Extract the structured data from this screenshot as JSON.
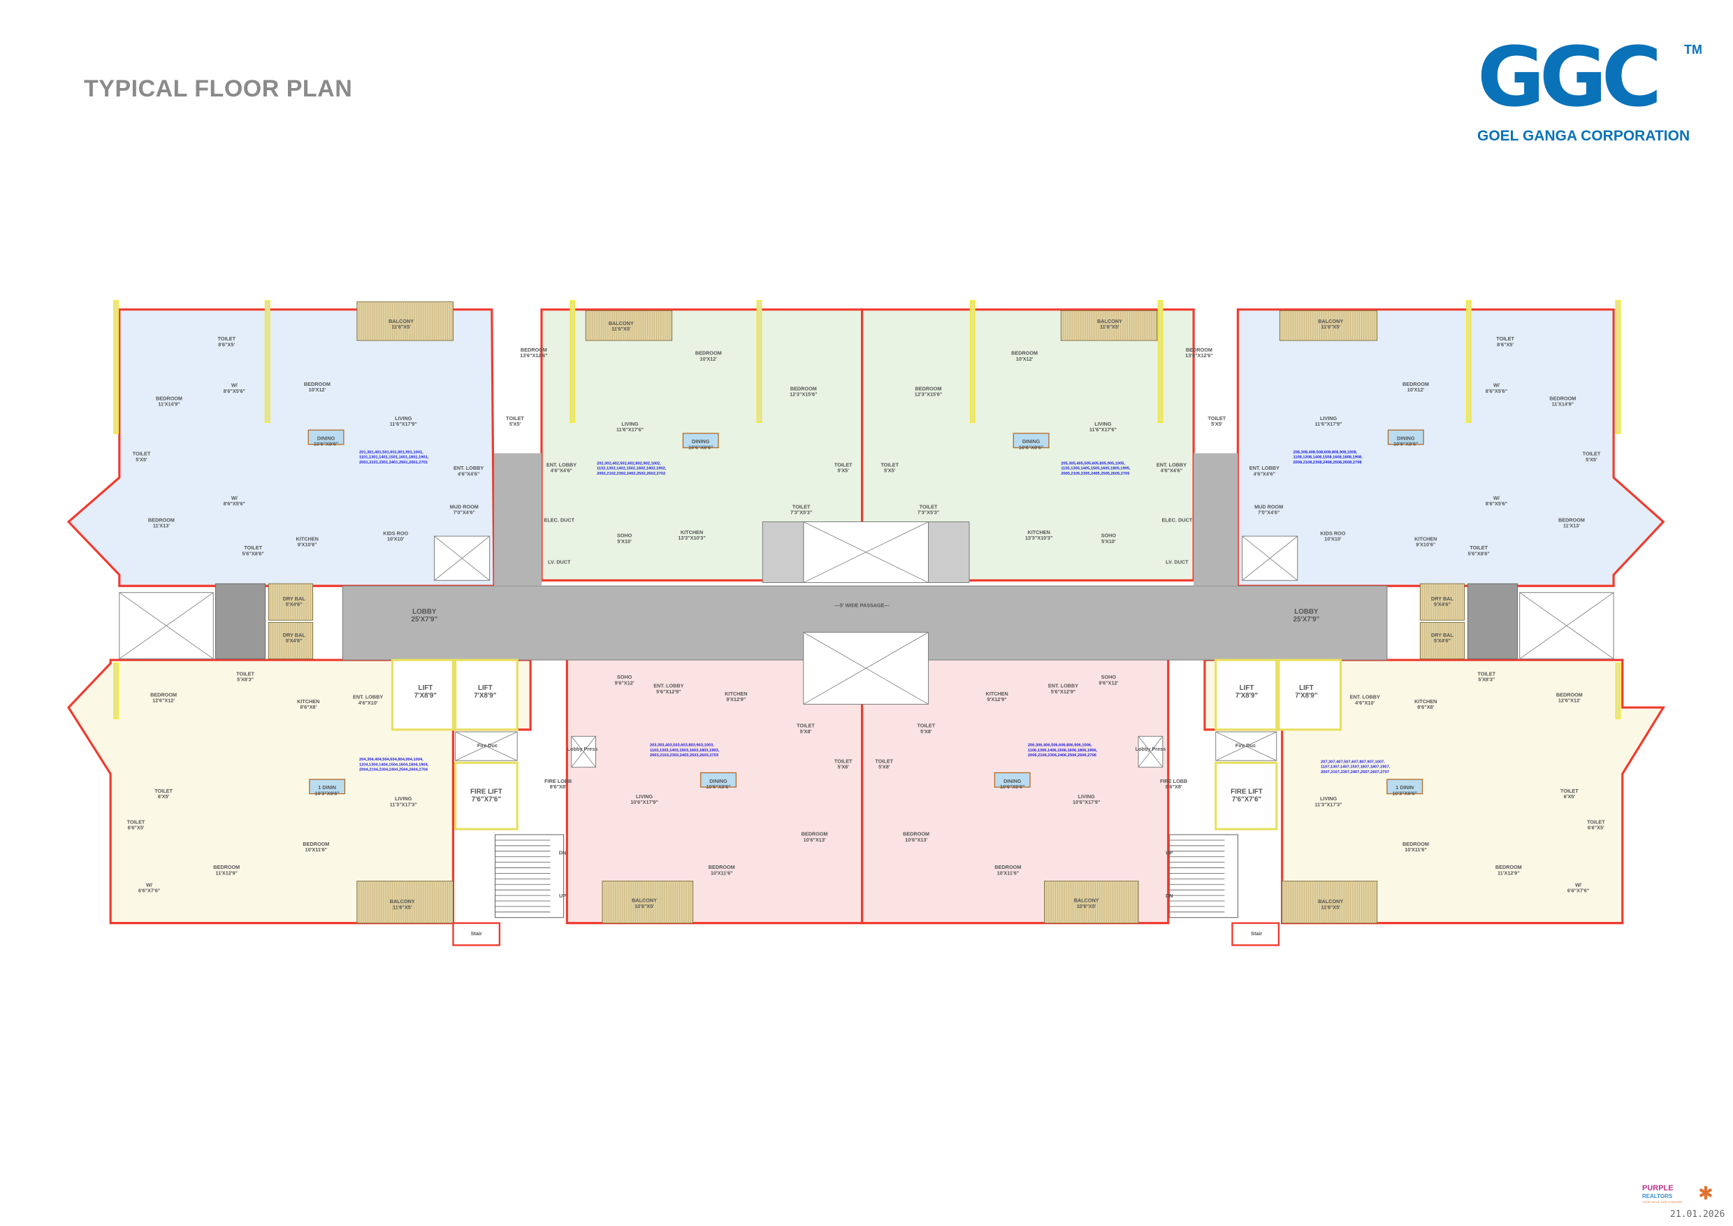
{
  "header": {
    "title": "TYPICAL FLOOR PLAN"
  },
  "logo": {
    "mark": "GGC",
    "tm": "TM",
    "company": "GOEL GANGA CORPORATION"
  },
  "footer": {
    "realtor_name": "PURPLE",
    "realtor_sub": "REALTORS",
    "realtor_tagline": "YOUR VALUE OUR CONCERN",
    "date": "21.01.2026"
  },
  "colors": {
    "unit_blue": "#e3eefa",
    "unit_green": "#e8f3e3",
    "unit_cream": "#fbf8e6",
    "unit_pink": "#fbe3e3",
    "wall": "#f03a2e",
    "corridor": "#b4b4b4",
    "furniture": "#b5651d",
    "fixture": "#1a2ab0",
    "logo_blue": "#0a72b8"
  },
  "common": [
    {
      "label": "LOBBY",
      "size": "25'X7'9\""
    },
    {
      "label": "---5' WIDE PASSAGE---",
      "size": ""
    },
    {
      "label": "LOBBY",
      "size": "25'X7'9\""
    },
    {
      "label": "LIFT",
      "size": "7'X8'9\""
    },
    {
      "label": "LIFT",
      "size": "7'X8'9\""
    },
    {
      "label": "Fire Duc",
      "size": ""
    },
    {
      "label": "FIRE LIFT",
      "size": "7'6\"X7'6\""
    },
    {
      "label": "FIRE LOBB",
      "size": "8'6\"X8'"
    },
    {
      "label": "DN",
      "size": ""
    },
    {
      "label": "UP",
      "size": ""
    },
    {
      "label": "Stair",
      "size": ""
    },
    {
      "label": "LIFT",
      "size": "7'X8'9\""
    },
    {
      "label": "LIFT",
      "size": "7'X8'9\""
    },
    {
      "label": "Fire Duc",
      "size": ""
    },
    {
      "label": "FIRE LIFT",
      "size": "7'6\"X7'6\""
    },
    {
      "label": "FIRE LOBB",
      "size": "8'6\"X8'"
    },
    {
      "label": "UP",
      "size": ""
    },
    {
      "label": "DN",
      "size": ""
    },
    {
      "label": "Stair",
      "size": ""
    },
    {
      "label": "DRY BAL",
      "size": "5'X4'6\""
    },
    {
      "label": "DRY BAL",
      "size": "5'X4'6\""
    },
    {
      "label": "DRY BAL",
      "size": "5'X4'6\""
    },
    {
      "label": "DRY BAL",
      "size": "5'X4'6\""
    }
  ],
  "units": [
    {
      "id": "unit-01",
      "flats": [
        "201,301,401,501,601,801,901,1001,",
        "1101,1301,1401,1501,1601,1801,1901,",
        "2001,2101,2301,2401,2501,2601,2701"
      ],
      "rooms": [
        [
          "BALCONY",
          "11'6\"X5'"
        ],
        [
          "TOILET",
          "8'6\"X5'"
        ],
        [
          "W/",
          "8'6\"X5'6\""
        ],
        [
          "BEDROOM",
          "11'X14'9\""
        ],
        [
          "BEDROOM",
          "10'X12'"
        ],
        [
          "LIVING",
          "11'6\"X17'9\""
        ],
        [
          "DINING",
          "10'6\"X9'6\""
        ],
        [
          "TOILET",
          "5'X5'"
        ],
        [
          "W/",
          "8'6\"X5'6\""
        ],
        [
          "BEDROOM",
          "11'X13'"
        ],
        [
          "TOILET",
          "5'6\"X8'6\""
        ],
        [
          "KITCHEN",
          "9'X10'6\""
        ],
        [
          "KIDS ROO",
          "10'X10'"
        ],
        [
          "MUD ROOM",
          "7'0\"X4'6\""
        ],
        [
          "ENT. LOBBY",
          "4'6\"X4'6\""
        ]
      ]
    },
    {
      "id": "unit-02",
      "flats": [
        "202,302,402,502,602,802,902,1002,",
        "1102,1302,1402,1502,1602,1802,1902,",
        "2002,2102,2302,2402,2502,2602,2702"
      ],
      "rooms": [
        [
          "BEDROOM",
          "13'6\"X12'6\""
        ],
        [
          "BALCONY",
          "11'6\"X5'"
        ],
        [
          "BEDROOM",
          "10'X12'"
        ],
        [
          "LIVING",
          "11'6\"X17'6\""
        ],
        [
          "DINING",
          "10'6\"X9'6\""
        ],
        [
          "ENT. LOBBY",
          "4'6\"X4'6\""
        ],
        [
          "TOILET",
          "5'X5'"
        ],
        [
          "ELEC. DUCT",
          ""
        ],
        [
          "LV. DUCT",
          ""
        ],
        [
          "SOHO",
          "5'X10'"
        ],
        [
          "KITCHEN",
          "13'3\"X10'3\""
        ],
        [
          "BEDROOM",
          "12'3\"X15'6\""
        ],
        [
          "TOILET",
          "5'X5'"
        ],
        [
          "TOILET",
          "7'3\"X5'3\""
        ]
      ]
    },
    {
      "id": "unit-05",
      "flats": [
        "205,305,405,505,605,805,905,1005,",
        "1105,1305,1405,1505,1605,1805,1905,",
        "2005,2105,2305,2405,2505,2605,2705"
      ],
      "rooms": [
        [
          "BEDROOM",
          "13'6\"X12'6\""
        ],
        [
          "BALCONY",
          "11'6\"X5'"
        ],
        [
          "BEDROOM",
          "10'X12'"
        ],
        [
          "LIVING",
          "11'6\"X17'6\""
        ],
        [
          "DINING",
          "10'6\"X9'6\""
        ],
        [
          "ENT. LOBBY",
          "4'6\"X4'6\""
        ],
        [
          "TOILET",
          "5'X5'"
        ],
        [
          "ELEC. DUCT",
          ""
        ],
        [
          "LV. DUCT",
          ""
        ],
        [
          "SOHO",
          "5'X10'"
        ],
        [
          "KITCHEN",
          "13'3\"X10'3\""
        ],
        [
          "BEDROOM",
          "12'3\"X15'6\""
        ],
        [
          "TOILET",
          "5'X5'"
        ],
        [
          "TOILET",
          "7'3\"X5'3\""
        ]
      ]
    },
    {
      "id": "unit-08",
      "flats": [
        "208,308,408,508,608,808,908,1008,",
        "1108,1308,1408,1508,1608,1808,1908,",
        "2008,2108,2308,2408,2508,2608,2708"
      ],
      "rooms": [
        [
          "BALCONY",
          "11'6\"X5'"
        ],
        [
          "TOILET",
          "8'6\"X5'"
        ],
        [
          "W/",
          "8'6\"X5'6\""
        ],
        [
          "BEDROOM",
          "11'X14'9\""
        ],
        [
          "BEDROOM",
          "10'X12'"
        ],
        [
          "LIVING",
          "11'6\"X17'9\""
        ],
        [
          "DINING",
          "10'6\"X9'6\""
        ],
        [
          "TOILET",
          "5'X5'"
        ],
        [
          "W/",
          "8'6\"X5'6\""
        ],
        [
          "BEDROOM",
          "11'X13'"
        ],
        [
          "TOILET",
          "5'6\"X8'6\""
        ],
        [
          "KITCHEN",
          "9'X10'6\""
        ],
        [
          "KIDS ROO",
          "10'X10'"
        ],
        [
          "MUD ROOM",
          "7'0\"X4'6\""
        ],
        [
          "ENT. LOBBY",
          "4'6\"X4'6\""
        ]
      ]
    },
    {
      "id": "unit-04",
      "flats": [
        "204,304,404,504,604,804,904,1004,",
        "1104,1304,1404,1504,1604,1804,1904,",
        "2004,2104,2304,2404,2504,2604,2704"
      ],
      "rooms": [
        [
          "BEDROOM",
          "12'6\"X12'"
        ],
        [
          "TOILET",
          "5'X8'3\""
        ],
        [
          "KITCHEN",
          "8'6\"X8'"
        ],
        [
          "ENT. LOBBY",
          "4'6\"X10'"
        ],
        [
          "TOILET",
          "6'X5'"
        ],
        [
          "TOILET",
          "6'6\"X5'"
        ],
        [
          "1 DININ",
          "10'3\"X9'6\""
        ],
        [
          "LIVING",
          "11'3\"X17'3\""
        ],
        [
          "BEDROOM",
          "10'X11'6\""
        ],
        [
          "BEDROOM",
          "11'X12'9\""
        ],
        [
          "W/",
          "6'6\"X7'6\""
        ],
        [
          "BALCONY",
          "11'6\"X5'"
        ]
      ]
    },
    {
      "id": "unit-03",
      "flats": [
        "203,303,403,503,603,803,903,1003,",
        "1103,1303,1403,1503,1603,1803,1903,",
        "2003,2103,2303,2403,2503,2603,2703"
      ],
      "rooms": [
        [
          "SOHO",
          "9'6\"X12'"
        ],
        [
          "ENT. LOBBY",
          "5'6\"X12'9\""
        ],
        [
          "KITCHEN",
          "9'X12'9\""
        ],
        [
          "Lobby Press",
          ""
        ],
        [
          "LIVING",
          "10'6\"X17'9\""
        ],
        [
          "DINING",
          "10'6\"X9'6\""
        ],
        [
          "BEDROOM",
          "10'X11'6\""
        ],
        [
          "BALCONY",
          "10'6\"X5'"
        ],
        [
          "TOILET",
          "5'X8'"
        ],
        [
          "TOILET",
          "5'X8'"
        ],
        [
          "BEDROOM",
          "10'6\"X13'"
        ]
      ]
    },
    {
      "id": "unit-06",
      "flats": [
        "206,306,406,506,606,806,906,1006,",
        "1106,1306,1406,1506,1606,1806,1906,",
        "2006,2106,2306,2406,2506,2606,2706"
      ],
      "rooms": [
        [
          "SOHO",
          "9'6\"X12'"
        ],
        [
          "ENT. LOBBY",
          "5'6\"X12'9\""
        ],
        [
          "KITCHEN",
          "9'X12'9\""
        ],
        [
          "Lobby Press",
          ""
        ],
        [
          "LIVING",
          "10'6\"X17'9\""
        ],
        [
          "DINING",
          "10'6\"X9'6\""
        ],
        [
          "BEDROOM",
          "10'X11'6\""
        ],
        [
          "BALCONY",
          "10'6\"X5'"
        ],
        [
          "TOILET",
          "5'X8'"
        ],
        [
          "TOILET",
          "5'X8'"
        ],
        [
          "BEDROOM",
          "10'6\"X13'"
        ]
      ]
    },
    {
      "id": "unit-07",
      "flats": [
        "207,307,407,507,607,807,907,1007,",
        "1107,1307,1407,1507,1607,1807,1907,",
        "2007,2107,2307,2407,2507,2607,2707"
      ],
      "rooms": [
        [
          "BEDROOM",
          "12'6\"X12'"
        ],
        [
          "TOILET",
          "5'X8'3\""
        ],
        [
          "KITCHEN",
          "8'6\"X8'"
        ],
        [
          "ENT. LOBBY",
          "4'6\"X10'"
        ],
        [
          "TOILET",
          "6'X5'"
        ],
        [
          "TOILET",
          "6'6\"X5'"
        ],
        [
          "1 DININ",
          "10'3\"X9'6\""
        ],
        [
          "LIVING",
          "11'3\"X17'3\""
        ],
        [
          "BEDROOM",
          "10'X11'6\""
        ],
        [
          "BEDROOM",
          "11'X12'9\""
        ],
        [
          "W/",
          "6'6\"X7'6\""
        ],
        [
          "BALCONY",
          "11'6\"X5'"
        ]
      ]
    }
  ]
}
